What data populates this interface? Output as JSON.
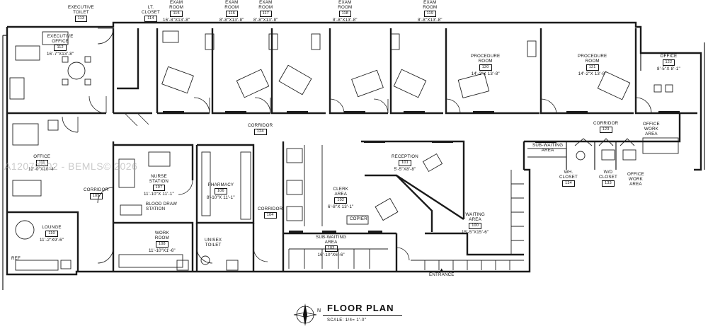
{
  "rooms": [
    {
      "id": "exec-toilet",
      "name": "EXECUTIVE\nTOILET",
      "number": "113",
      "dims": ""
    },
    {
      "id": "lt-closet",
      "name": "LT.\nCLOSET",
      "number": "114",
      "dims": ""
    },
    {
      "id": "exam-115",
      "name": "EXAM\nROOM",
      "number": "115",
      "dims": "16'-8\"X13'-8\""
    },
    {
      "id": "exam-116",
      "name": "EXAM\nROOM",
      "number": "116",
      "dims": "8'-8\"X13'-8\""
    },
    {
      "id": "exam-117",
      "name": "EXAM\nROOM",
      "number": "117",
      "dims": "8'-8\"X13'-8\""
    },
    {
      "id": "exam-118",
      "name": "EXAM\nROOM",
      "number": "118",
      "dims": "8'-8\"X13'-8\""
    },
    {
      "id": "exam-119",
      "name": "EXAM\nROOM",
      "number": "119",
      "dims": "8'-8\"X13'-8\""
    },
    {
      "id": "exec-office",
      "name": "EXECUTIVE\nOFFICE",
      "number": "112",
      "dims": "16'-7\"X13'-8\""
    },
    {
      "id": "proc-120",
      "name": "PROCEDURE\nROOM",
      "number": "120",
      "dims": "14'-2\"X 13'-8\""
    },
    {
      "id": "proc-121",
      "name": "PROCEDURE\nROOM",
      "number": "121",
      "dims": "14'-2\"X 13'-8\""
    },
    {
      "id": "office-122",
      "name": "OFFICE",
      "number": "122",
      "dims": "8'-5\"X 8'-1\""
    },
    {
      "id": "corridor-124",
      "name": "CORRIDOR",
      "number": "124",
      "dims": ""
    },
    {
      "id": "corridor-123",
      "name": "CORRIDOR",
      "number": "123",
      "dims": ""
    },
    {
      "id": "office-work-1",
      "name": "OFFICE\nWORK\nAREA",
      "number": "",
      "dims": ""
    },
    {
      "id": "sub-waiting-1",
      "name": "SUB-WAITING\nAREA",
      "number": "",
      "dims": ""
    },
    {
      "id": "office-left",
      "name": "OFFICE",
      "number": "111",
      "dims": "12'-0\"X10'-4\""
    },
    {
      "id": "reception",
      "name": "RECEPTION",
      "number": "101",
      "dims": "5'-5\"X8'-8\""
    },
    {
      "id": "nurse",
      "name": "NURSE\nSTATION",
      "number": "107",
      "dims": "11'-10\"X 11'-1\""
    },
    {
      "id": "pharmacy",
      "name": "PHARMACY",
      "number": "106",
      "dims": "8'-10\"X 11'-1\""
    },
    {
      "id": "blood-draw",
      "name": "BLOOD DRAW\nSTATION",
      "number": "",
      "dims": ""
    },
    {
      "id": "corridor-109",
      "name": "CORRIDOR",
      "number": "109",
      "dims": ""
    },
    {
      "id": "clerk",
      "name": "CLERK\nAREA",
      "number": "102",
      "dims": "6'-8\"X 13'-1\""
    },
    {
      "id": "wh-closet",
      "name": "WH.\nCLOSET",
      "number": "134",
      "dims": ""
    },
    {
      "id": "wd-closet",
      "name": "W/D\nCLOSET",
      "number": "133",
      "dims": ""
    },
    {
      "id": "office-work-2",
      "name": "OFFICE\nWORK\nAREA",
      "number": "",
      "dims": ""
    },
    {
      "id": "waiting",
      "name": "WAITING\nAREA",
      "number": "100",
      "dims": "15'-5\"X15'-6\""
    },
    {
      "id": "corridor-104",
      "name": "CORRIDOR",
      "number": "104",
      "dims": ""
    },
    {
      "id": "lounge",
      "name": "LOUNGE",
      "number": "110",
      "dims": "11'-2\"X9'-6\""
    },
    {
      "id": "work-room",
      "name": "WORK\nROOM",
      "number": "108",
      "dims": "11'-10\"X1'-6\""
    },
    {
      "id": "unisex-toilet",
      "name": "UNISEX\nTOILET",
      "number": "",
      "dims": ""
    },
    {
      "id": "copier",
      "name": "COPIER",
      "number": "",
      "dims": ""
    },
    {
      "id": "sub-waiting-2",
      "name": "SUB-WAITING\nAREA",
      "number": "103",
      "dims": "16'-10\"X6'-6\""
    },
    {
      "id": "ref",
      "name": "REF",
      "number": "",
      "dims": ""
    },
    {
      "id": "entrance",
      "name": "ENTRANCE",
      "number": "",
      "dims": ""
    }
  ],
  "title": "FLOOR PLAN",
  "scale": "SCALE: 1/4= 1'-0\"",
  "north_letter": "N",
  "watermark": "A12079202 - BEMLS© 2026"
}
